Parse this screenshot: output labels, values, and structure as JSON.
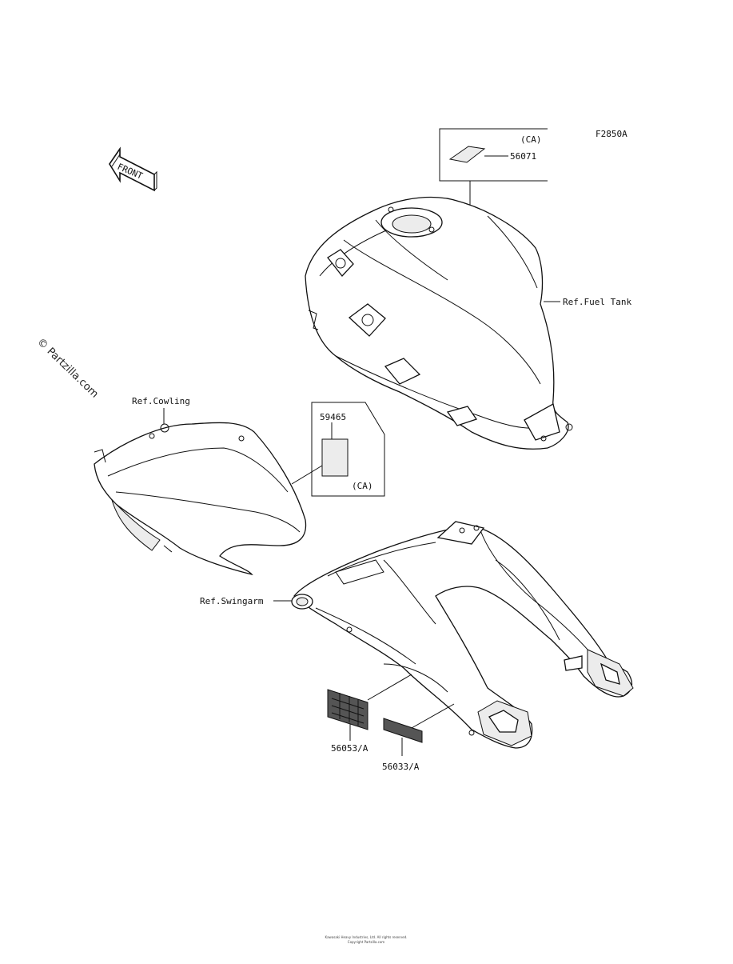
{
  "diagram": {
    "figure_code": "F2850A",
    "front_label": "FRONT",
    "watermark": "© Partzilla.com",
    "callouts": {
      "fuel_tank_label_part": "56071",
      "fuel_tank_label_region": "(CA)",
      "fuel_tank_ref": "Ref.Fuel Tank",
      "cowling_ref": "Ref.Cowling",
      "cowling_label_part": "59465",
      "cowling_label_region": "(CA)",
      "swingarm_ref": "Ref.Swingarm",
      "swingarm_label_left": "56053/A",
      "swingarm_label_right": "56033/A"
    },
    "copyright_line_1": "Kawasaki Heavy Industries, Ltd. All rights reserved.",
    "copyright_line_2": "Copyright Partzilla.com"
  }
}
